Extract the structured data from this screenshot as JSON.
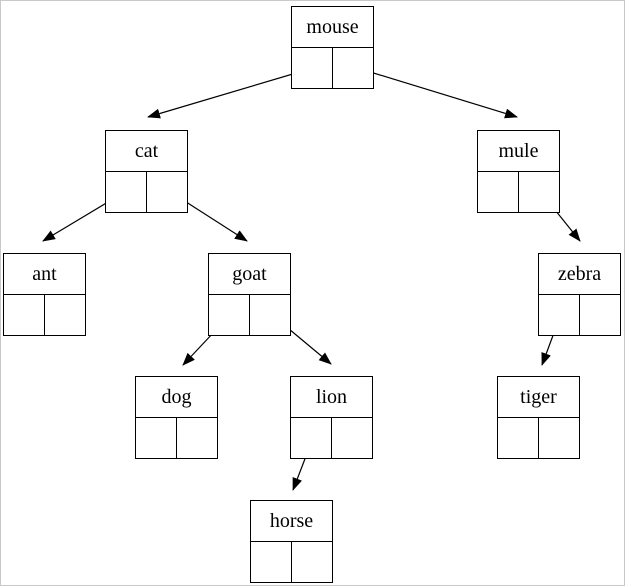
{
  "page": {
    "background_color": "#ffffff",
    "border_color": "#c9c9c9"
  },
  "diagram": {
    "type": "binary-tree",
    "line_color": "#000000",
    "text_color": "#000000",
    "nodes": {
      "mouse": {
        "label": "mouse"
      },
      "cat": {
        "label": "cat"
      },
      "mule": {
        "label": "mule"
      },
      "ant": {
        "label": "ant"
      },
      "goat": {
        "label": "goat"
      },
      "zebra": {
        "label": "zebra"
      },
      "dog": {
        "label": "dog"
      },
      "lion": {
        "label": "lion"
      },
      "tiger": {
        "label": "tiger"
      },
      "horse": {
        "label": "horse"
      }
    },
    "edges": [
      {
        "from": "mouse",
        "pointer": "left",
        "to": "cat"
      },
      {
        "from": "mouse",
        "pointer": "right",
        "to": "mule"
      },
      {
        "from": "cat",
        "pointer": "left",
        "to": "ant"
      },
      {
        "from": "cat",
        "pointer": "right",
        "to": "goat"
      },
      {
        "from": "mule",
        "pointer": "right",
        "to": "zebra"
      },
      {
        "from": "goat",
        "pointer": "left",
        "to": "dog"
      },
      {
        "from": "goat",
        "pointer": "right",
        "to": "lion"
      },
      {
        "from": "zebra",
        "pointer": "left",
        "to": "tiger"
      },
      {
        "from": "lion",
        "pointer": "left",
        "to": "horse"
      }
    ]
  }
}
